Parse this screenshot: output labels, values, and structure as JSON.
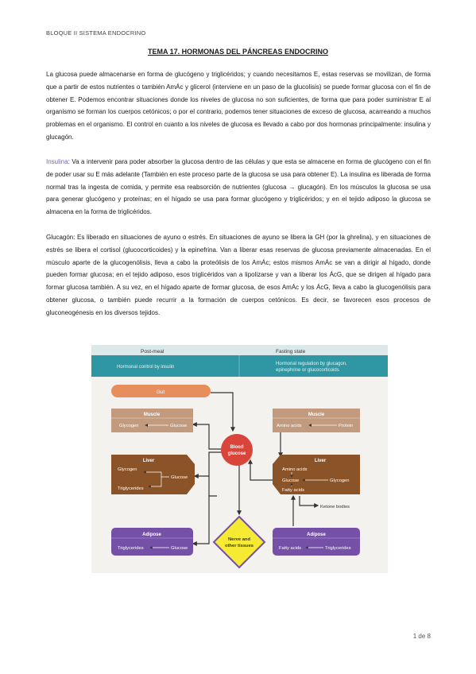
{
  "header": {
    "section": "BLOQUE II SISTEMA ENDOCRINO"
  },
  "title": "TEMA 17. HORMONAS DEL PÁNCREAS ENDOCRINO",
  "paragraphs": {
    "p1": "La glucosa puede almacenarse en forma de glucógeno y triglicéridos; y cuando necesitamos E, estas reservas se movilizan, de forma que a partir de estos nutrientes o también AmÁc y glicerol (interviene en un paso de la glucolisis) se puede formar glucosa con el fin de obtener E. Podemos encontrar situaciones donde los niveles de glucosa no son suficientes, de forma que para poder suministrar E al organismo se forman los cuerpos cetónicos; o por el contrario, podemos tener situaciones de exceso de glucosa, acarreando a muchos problemas en el organismo. El control en cuanto a los niveles de glucosa es llevado a cabo por dos hormonas principalmente: insulina y glucagón.",
    "p2_term": "Insulina",
    "p2_body": ": Va a intervenir para poder absorber la glucosa dentro de las células y que esta se almacene en forma de glucógeno con el fin de poder usar su E más adelante (También en este proceso parte de la glucosa se usa para obtener E). La insulina es liberada de forma normal tras la ingesta de comida, y permite esa reabsorción de nutrientes (glucosa → glucagón). En los músculos la glucosa se usa para generar glucógeno y proteínas; en el hígado se usa para formar glucógeno y triglicéridos; y en el tejido adiposo la glucosa se almacena en la forma de triglicéridos.",
    "p3": "Glucagón: Es liberado en situaciones de ayuno o estrés. En situaciones de ayuno se libera la GH (por la ghrelina), y en situaciones de estrés se libera el cortisol (glucocorticoides) y la epinefrina. Van a liberar esas reservas de glucosa previamente almacenadas. En el músculo aparte de la glucogenólisis, lleva a cabo la proteólisis de los AmÁc; estos mismos AmÁc se van a dirigir al hígado, donde pueden formar glucosa; en el tejido adiposo, esos triglicéridos van a lipolizarse y van a liberar los ÁcG, que se dirigen al hígado para formar glucosa también. A su vez, en el hígado aparte de formar glucosa, de esos AmÁc y los ÁcG, lleva a cabo la glucogenólisis para obtener glucosa, o también puede recurrir a la formación de cuerpos cetónicos. Es decir, se favorecen esos procesos de gluconeogénesis en los diversos tejidos."
  },
  "diagram": {
    "left_header": "Post-meal",
    "right_header": "Fasting state",
    "left_sub": "Hormonal control by insulin",
    "right_sub_1": "Hormonal regulation by glucagon,",
    "right_sub_2": "epinephrine or glucocorticoids",
    "gut": "Gut",
    "muscle": "Muscle",
    "glycogen": "Glycogen",
    "glucose": "Glucose",
    "amino_acids": "Amino acids",
    "protein": "Protein",
    "blood_glucose_1": "Blood",
    "blood_glucose_2": "glucose",
    "liver": "Liver",
    "triglycerides": "Triglycerides",
    "fatty_acids": "Fatty acids",
    "ketone_bodies": "Ketone bodies",
    "adipose": "Adipose",
    "nerve_1": "Nerve and",
    "nerve_2": "other tissues",
    "colors": {
      "teal": "#2e97a3",
      "header_band": "#dce8e9",
      "tan": "#c29a7d",
      "brown": "#8a5328",
      "orange": "#e88d5c",
      "red": "#d9453a",
      "purple": "#7451a6",
      "yellow": "#f6ea32"
    }
  },
  "page_number": "1 de 8"
}
